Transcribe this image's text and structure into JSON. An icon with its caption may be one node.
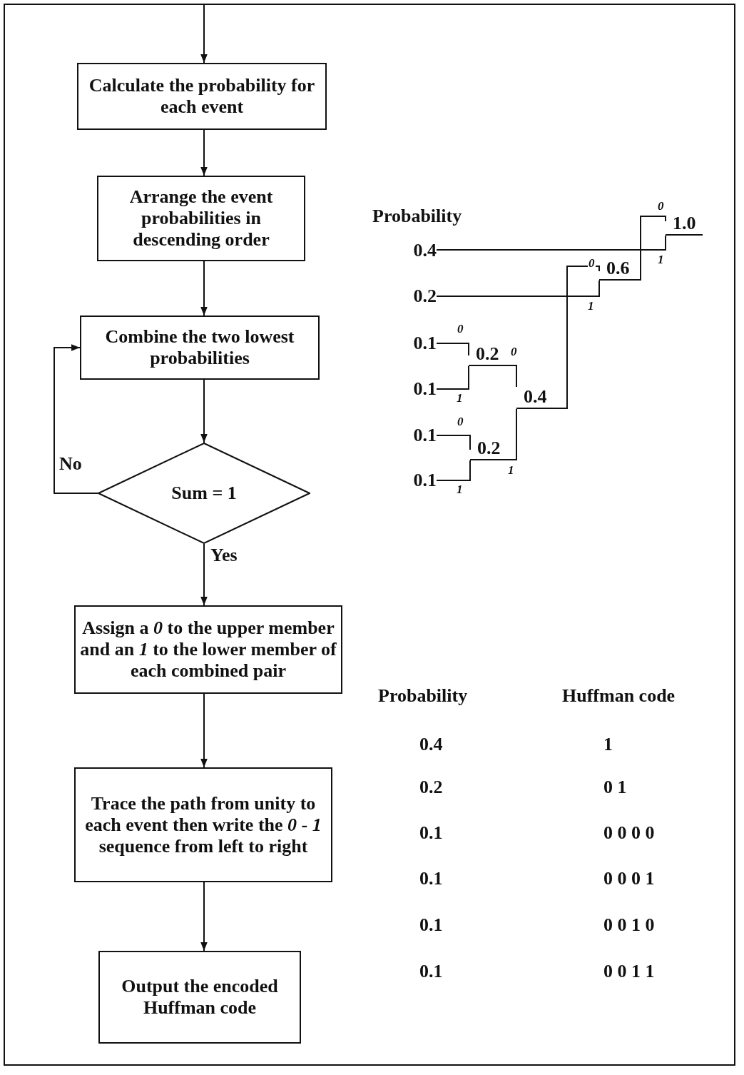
{
  "diagram": {
    "nodes": [
      {
        "text": [
          "Calculate the probability for each event"
        ]
      },
      {
        "text": [
          "Arrange the event probabilities in descending order"
        ]
      },
      {
        "text": [
          "Combine the two lowest probabilities"
        ]
      },
      {
        "text": [
          "Sum = 1"
        ]
      },
      {
        "text": [
          "Assign a *0* to the upper member and an *1* to the lower member of each combined pair"
        ]
      },
      {
        "text": [
          "Trace the path from unity to each event then write the *0* - *1* sequence from left to right"
        ]
      },
      {
        "text": [
          "Output the encoded Huffman code"
        ]
      },
      {
        "text": [
          "0.4"
        ]
      },
      {
        "text": [
          "0.2"
        ]
      },
      {
        "text": [
          "0.1"
        ]
      },
      {
        "text": [
          "0.1"
        ]
      },
      {
        "text": [
          "0.1"
        ]
      },
      {
        "text": [
          "0.1"
        ]
      },
      {
        "text": [
          "0.2"
        ]
      },
      {
        "text": [
          "0.2"
        ]
      },
      {
        "text": [
          "0.4"
        ]
      },
      {
        "text": [
          "0.6"
        ]
      },
      {
        "text": [
          "1.0"
        ]
      }
    ],
    "edges": [
      {
        "from": null,
        "to": 0,
        "arrow": "to"
      },
      {
        "from": 0,
        "to": 1,
        "arrow": "to"
      },
      {
        "from": 1,
        "to": 2,
        "arrow": "to"
      },
      {
        "from": 2,
        "to": 3,
        "arrow": "to"
      },
      {
        "from": 3,
        "to": 2,
        "arrow": "to",
        "label": "No"
      },
      {
        "from": 3,
        "to": 4,
        "arrow": "to",
        "label": "Yes"
      },
      {
        "from": 4,
        "to": 5,
        "arrow": "to"
      },
      {
        "from": 5,
        "to": 6,
        "arrow": "to"
      },
      {
        "from": 9,
        "to": 13,
        "arrow": "none",
        "label": "0"
      },
      {
        "from": 10,
        "to": 13,
        "arrow": "none",
        "label": "1"
      },
      {
        "from": 11,
        "to": 14,
        "arrow": "none",
        "label": "0"
      },
      {
        "from": 12,
        "to": 14,
        "arrow": "none",
        "label": "1"
      },
      {
        "from": 13,
        "to": 15,
        "arrow": "none",
        "label": "0"
      },
      {
        "from": 14,
        "to": 15,
        "arrow": "none",
        "label": "1"
      },
      {
        "from": 15,
        "to": 16,
        "arrow": "none",
        "label": "0"
      },
      {
        "from": 8,
        "to": 16,
        "arrow": "none",
        "label": "1"
      },
      {
        "from": 16,
        "to": 17,
        "arrow": "none",
        "label": "0"
      },
      {
        "from": 7,
        "to": 17,
        "arrow": "none",
        "label": "1"
      }
    ],
    "labels": [
      "Probability",
      "Probability",
      "Huffman code",
      "0.4",
      "1",
      "0.2",
      "0 1",
      "0.1",
      "0 0 0 0",
      "0.1",
      "0 0 0 1",
      "0.1",
      "0 0 1 0",
      "0.1",
      "0 0 1 1"
    ]
  }
}
